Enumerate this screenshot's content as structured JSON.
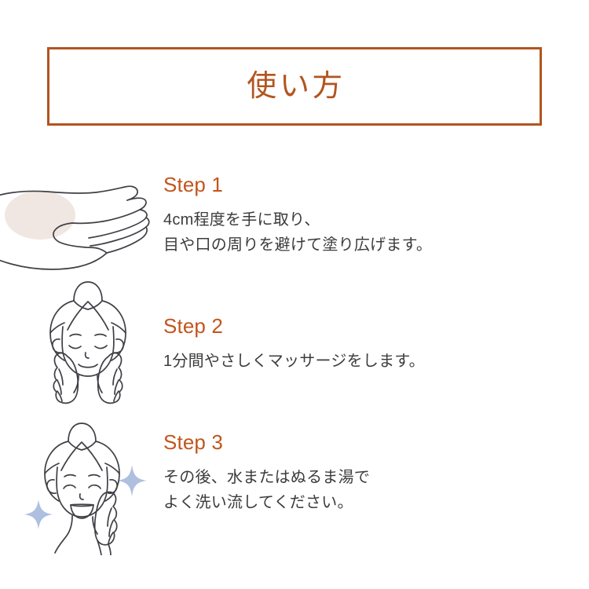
{
  "page": {
    "background_color": "#ffffff",
    "accent_color": "#b2551f",
    "step_label_color": "#c2551e",
    "body_text_color": "#3c3c3c",
    "cream_color": "#f0e6e2",
    "line_color": "#3f3f45",
    "sparkle_color": "#aebfe0"
  },
  "header": {
    "title": "使い方"
  },
  "steps": [
    {
      "label": "Step 1",
      "description": "4cm程度を手に取り、\n目や口の周りを避けて塗り広げます。",
      "illustration": "open-palm-with-cream-illustration"
    },
    {
      "label": "Step 2",
      "description": "1分間やさしくマッサージをします。",
      "illustration": "woman-massaging-face-both-hands-illustration"
    },
    {
      "label": "Step 3",
      "description": "その後、水またはぬるま湯で\nよく洗い流してください。",
      "illustration": "woman-smiling-rinsed-face-with-sparkles-illustration"
    }
  ]
}
